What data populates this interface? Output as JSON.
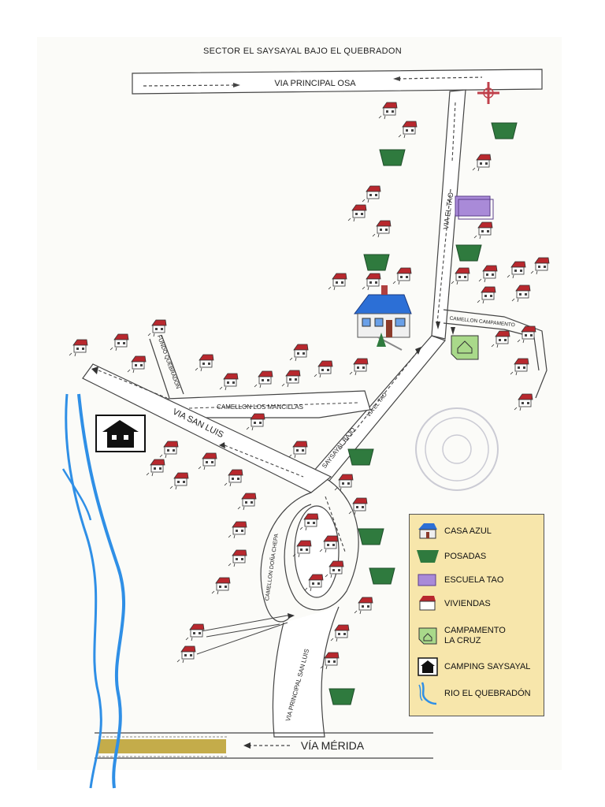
{
  "title": "SECTOR EL SAYSAYAL BAJO EL QUEBRADON",
  "roads": {
    "via_principal_osa": "VIA PRINCIPAL OSA",
    "via_el_tao": "VIA EL TAO",
    "via_el_tao_lower": "VIA EL TAO",
    "camellon_campamento": "CAMELLON CAMPAMENTO",
    "fundo_quebradon": "FUNDO QUEBRADON",
    "camellon_los_mancillas": "CAMELLON LOS MANCILLAS",
    "via_san_luis": "VIA SAN LUIS",
    "saysayal_bajo": "SAYSAYAL BAJO",
    "camellon_dona_chepa": "CAMELLON DOÑA CHEPA",
    "via_principal_san_luis": "VIA PRINCIPAL SAN LUIS",
    "via_merida": "VÍA MÉRIDA"
  },
  "legend": {
    "casa_azul": "CASA AZUL",
    "posadas": "POSADAS",
    "escuela_tao": "ESCUELA TAO",
    "viviendas": "VIVIENDAS",
    "campamento_line1": "CAMPAMENTO",
    "campamento_line2": "LA CRUZ",
    "camping": "CAMPING SAYSAYAL",
    "rio": "RIO EL QUEBRADÓN"
  },
  "colors": {
    "vivienda_roof": "#b8282e",
    "posada": "#2f7a3e",
    "escuela": "#a98ad8",
    "casa_azul": "#2c6fd6",
    "campamento": "#a9d98a",
    "river": "#2f8fe6",
    "legend_bg": "#f7e6ab",
    "bridge": "#c4ac4a",
    "stamp": "#a4a4b8"
  },
  "icons": {
    "vivienda": "house-icon",
    "posada": "inn-icon",
    "escuela": "school-icon",
    "casa_azul": "blue-house-icon",
    "campamento": "camp-icon",
    "camping": "cabin-icon",
    "rio": "river-icon"
  }
}
